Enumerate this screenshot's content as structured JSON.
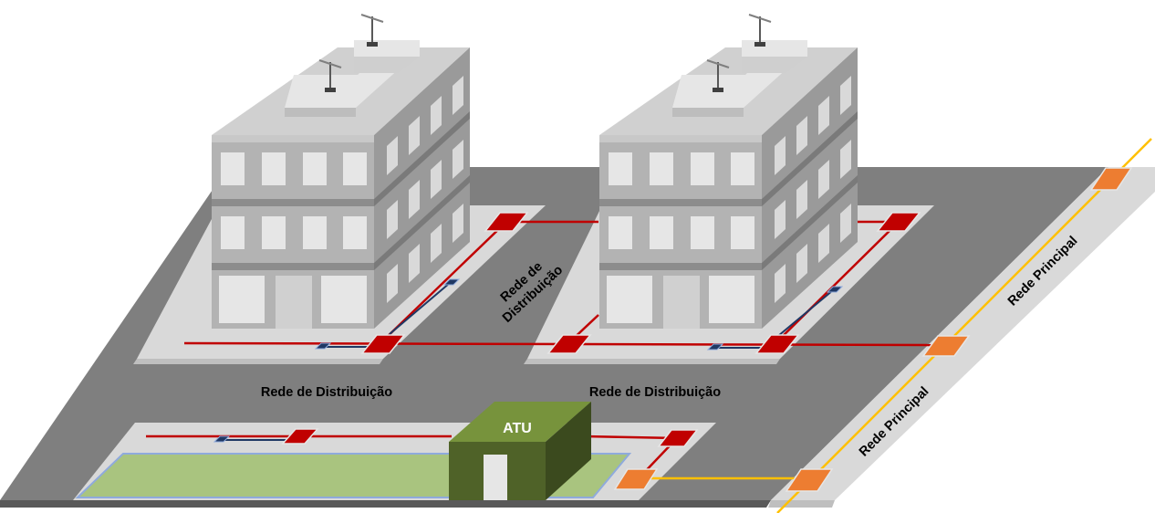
{
  "labels": {
    "rede_distribuicao_left": "Rede de Distribuição",
    "rede_distribuicao_right": "Rede de Distribuição",
    "rede_distribuicao_center_line1": "Rede de",
    "rede_distribuicao_center_line2": "Distribuição",
    "rede_principal_upper": "Rede Principal",
    "rede_principal_lower": "Rede Principal",
    "atu": "ATU"
  },
  "colors": {
    "road": "#7f7f7f",
    "sidewalk": "#d9d9d9",
    "distribution_line": "#c00000",
    "main_line": "#ffc000",
    "distribution_chamber": "#c00000",
    "main_chamber": "#ed7d31",
    "building_front": "#b3b3b3",
    "building_side": "#9a9a9a",
    "atu_box": "#4f6228",
    "garden": "#a9c47f"
  }
}
